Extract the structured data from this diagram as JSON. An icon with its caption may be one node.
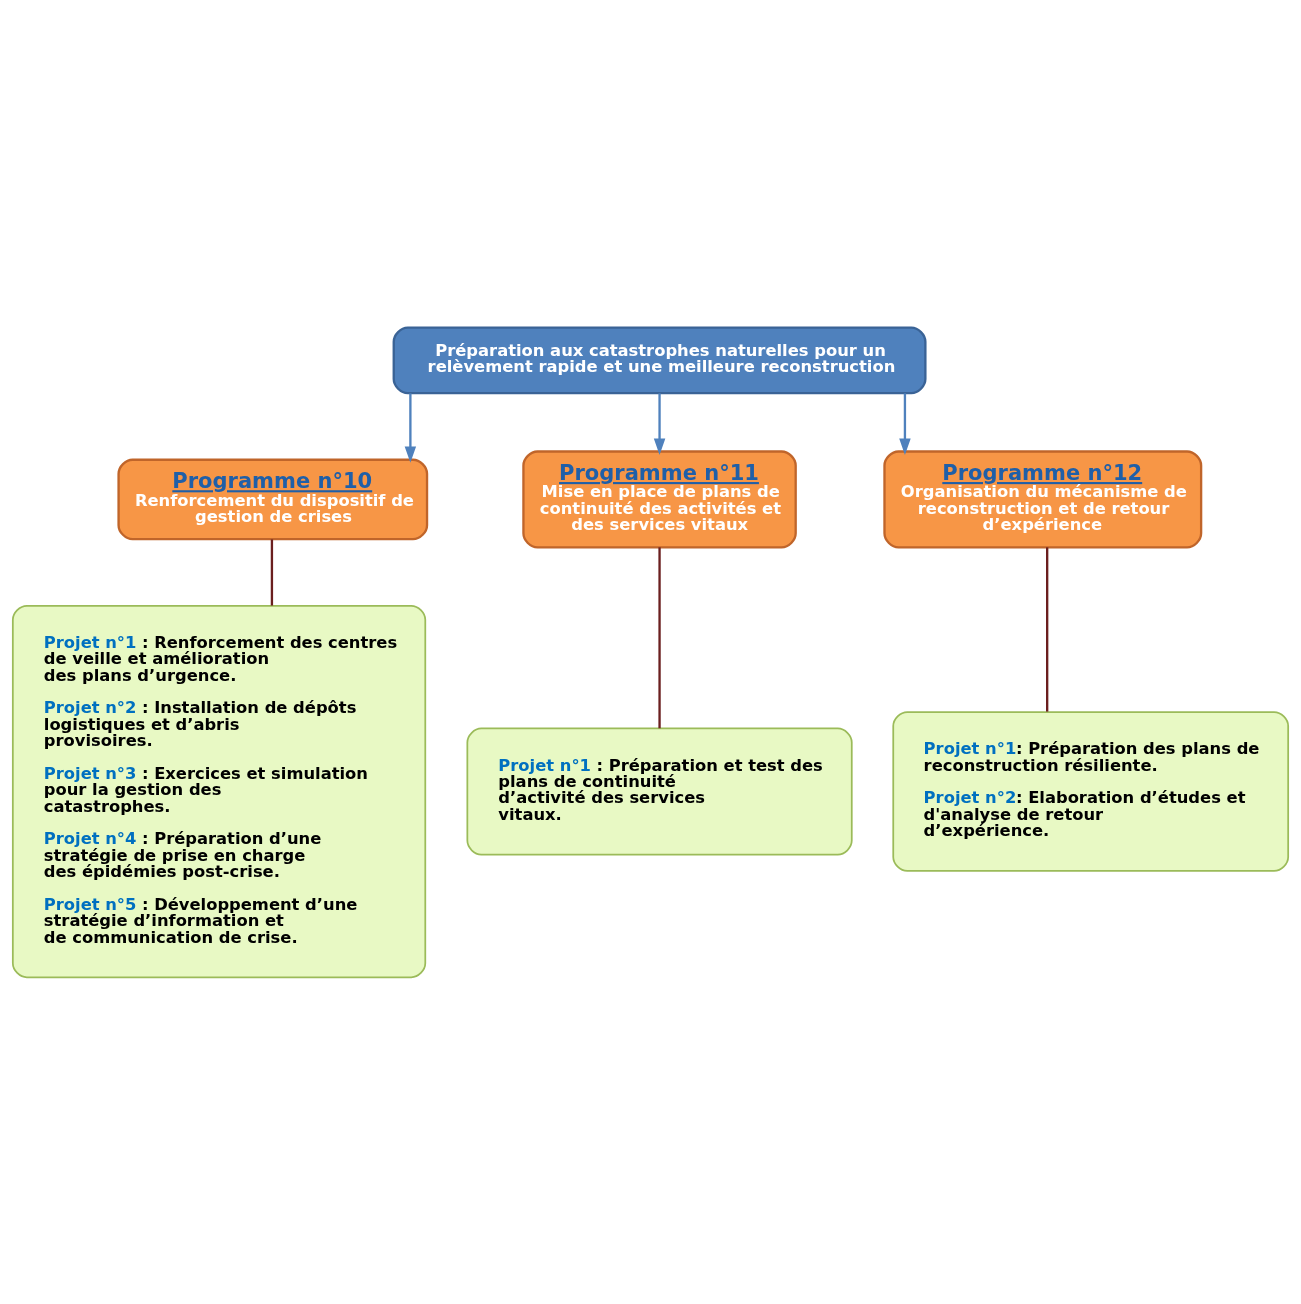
{
  "diagram": {
    "nodes": [
      {
        "text": [
          "Préparation aux catastrophes naturelles pour un relèvement rapide et une meilleure reconstruction"
        ]
      },
      {
        "text": [
          "Programme n°10",
          "Renforcement du dispositif de gestion de crises"
        ]
      },
      {
        "text": [
          "Programme n°11",
          "Mise en place de plans de continuité des activités et des services vitaux"
        ]
      },
      {
        "text": [
          "Programme n°12",
          "Organisation du mécanisme de reconstruction et de retour d’expérience"
        ]
      },
      {
        "text": [
          "Projet n°1 : Renforcement des centres de veille et amélioration des plans d’urgence.",
          "Projet n°2 : Installation de dépôts logistiques et d’abris provisoires.",
          "Projet n°3 : Exercices et simulation pour la gestion des catastrophes.",
          "Projet n°4 : Préparation d’une stratégie de prise en charge des épidémies post-crise.",
          "Projet n°5 : Développement d’une stratégie d’information et de communication de crise."
        ]
      },
      {
        "text": [
          "Projet n°1 : Préparation et test des plans de continuité d’activité des services vitaux."
        ]
      },
      {
        "text": [
          "Projet n°1: Préparation des plans de reconstruction résiliente.",
          "Projet n°2: Elaboration d’études et d'analyse de retour d’expérience."
        ]
      }
    ],
    "edges": [
      {
        "from": 0,
        "to": 1,
        "arrow": "to",
        "color": "#4f81bd"
      },
      {
        "from": 0,
        "to": 2,
        "arrow": "to",
        "color": "#4f81bd"
      },
      {
        "from": 0,
        "to": 3,
        "arrow": "to",
        "color": "#4f81bd"
      },
      {
        "from": 1,
        "to": 4,
        "arrow": "none",
        "color": "#6b1f1f"
      },
      {
        "from": 2,
        "to": 5,
        "arrow": "none",
        "color": "#6b1f1f"
      },
      {
        "from": 3,
        "to": 6,
        "arrow": "none",
        "color": "#6b1f1f"
      }
    ]
  }
}
